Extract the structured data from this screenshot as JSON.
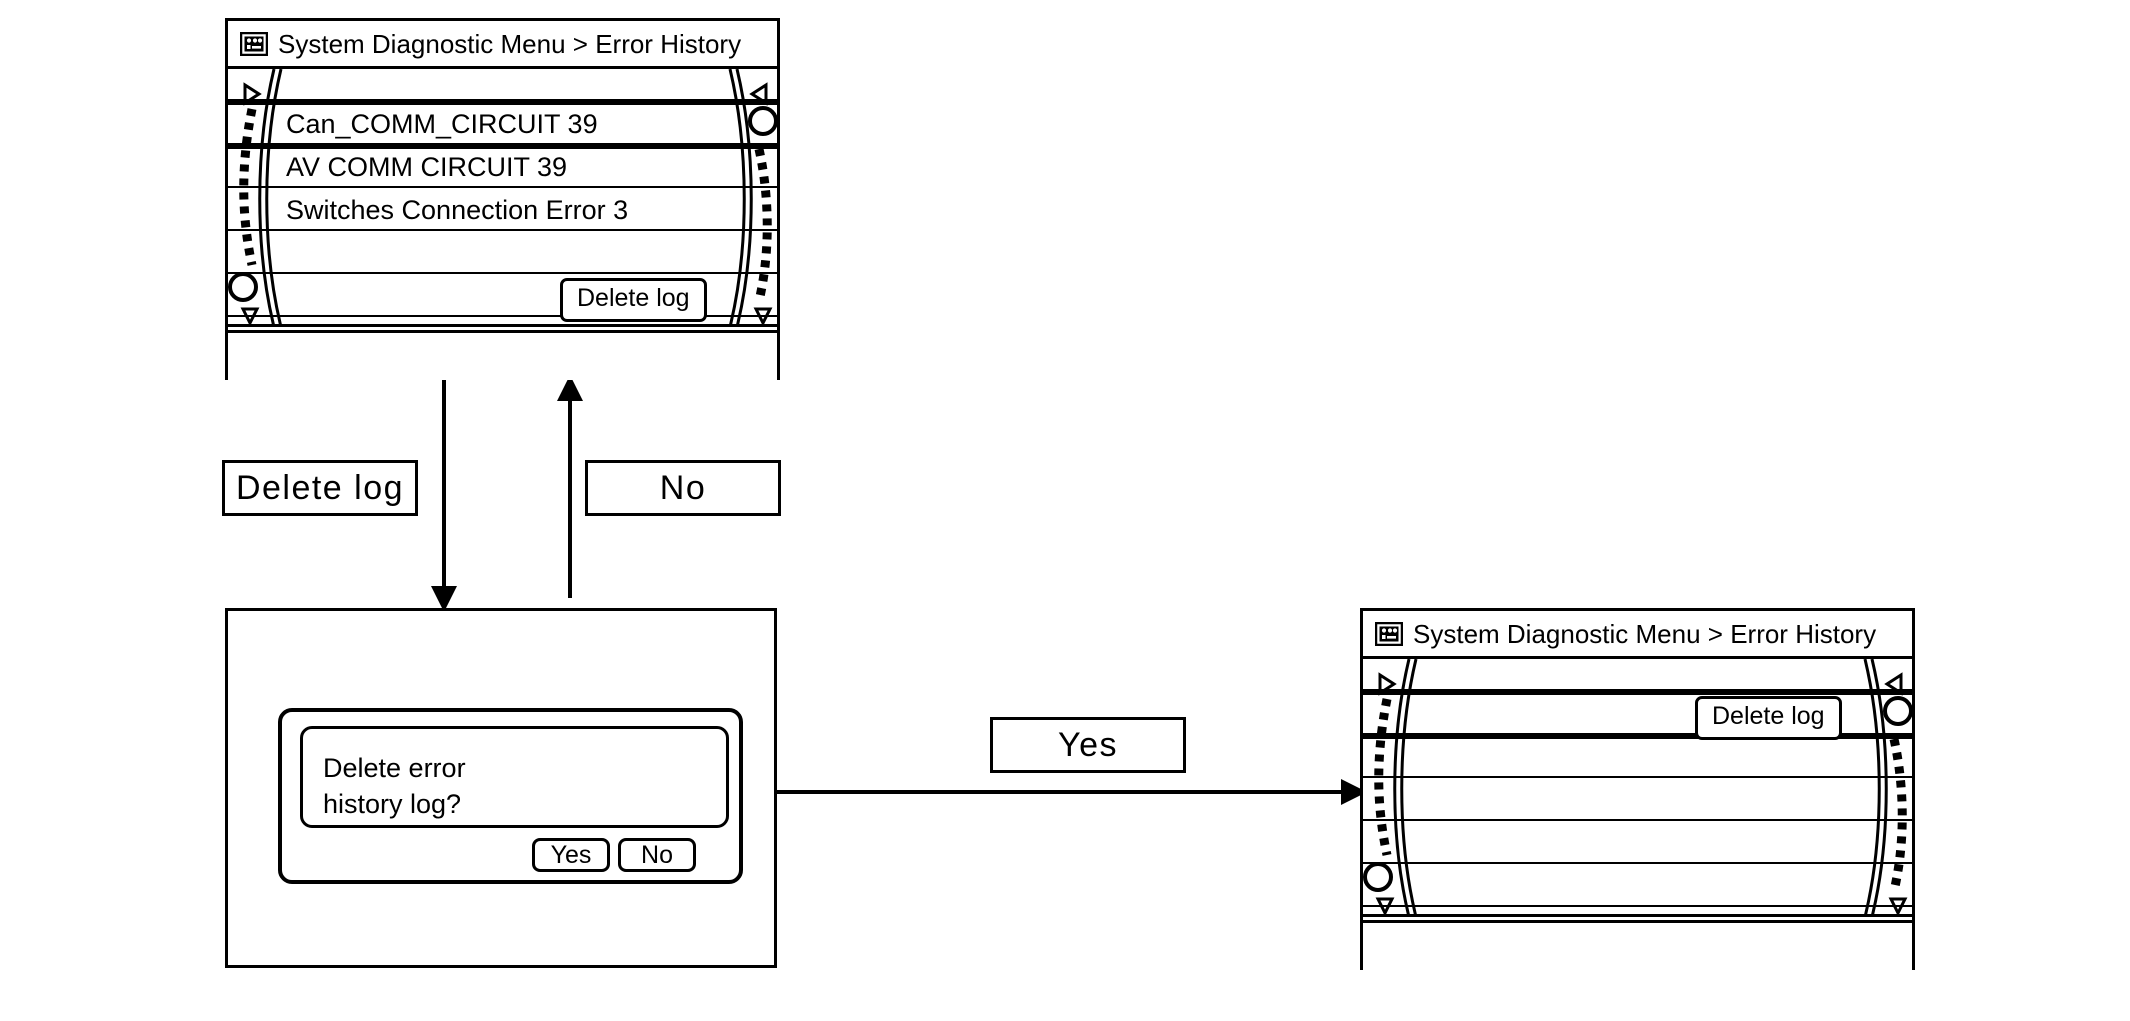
{
  "diagram": {
    "flow_labels": [
      {
        "id": "delete-log",
        "text": "Delete log"
      },
      {
        "id": "no",
        "text": "No"
      },
      {
        "id": "yes",
        "text": "Yes"
      }
    ]
  },
  "screen_before": {
    "title": "System Diagnostic Menu > Error History",
    "title_icon": "diagnostic-menu-icon",
    "rows": [
      {
        "label": "Can_COMM_CIRCUIT 39",
        "selected": true
      },
      {
        "label": "AV COMM CIRCUIT 39",
        "selected": false
      },
      {
        "label": "Switches Connection Error 3",
        "selected": false
      },
      {
        "label": "",
        "selected": false
      },
      {
        "label": "",
        "selected": false
      }
    ],
    "delete_button": "Delete log",
    "scrollbar_left": {
      "up_arrow": "triangle-up-icon",
      "down_arrow": "triangle-down-icon",
      "thumb": "scroll-thumb-circle"
    },
    "scrollbar_right": {
      "up_arrow": "triangle-up-icon",
      "down_arrow": "triangle-down-icon",
      "thumb": "scroll-thumb-circle"
    }
  },
  "screen_confirm": {
    "dialog": {
      "message": "Delete error\nhistory log?",
      "buttons": [
        {
          "id": "yes",
          "label": "Yes"
        },
        {
          "id": "no",
          "label": "No"
        }
      ]
    }
  },
  "screen_after": {
    "title": "System Diagnostic Menu > Error History",
    "title_icon": "diagnostic-menu-icon",
    "rows": [
      {
        "label": "",
        "selected": true
      },
      {
        "label": "",
        "selected": false
      },
      {
        "label": "",
        "selected": false
      },
      {
        "label": "",
        "selected": false
      },
      {
        "label": "",
        "selected": false
      }
    ],
    "delete_button": "Delete log",
    "scrollbar_left": {
      "up_arrow": "triangle-up-icon",
      "down_arrow": "triangle-down-icon",
      "thumb": "scroll-thumb-circle"
    },
    "scrollbar_right": {
      "up_arrow": "triangle-up-icon",
      "down_arrow": "triangle-down-icon",
      "thumb": "scroll-thumb-circle"
    }
  },
  "colors": {
    "ink": "#000000",
    "paper": "#ffffff"
  }
}
